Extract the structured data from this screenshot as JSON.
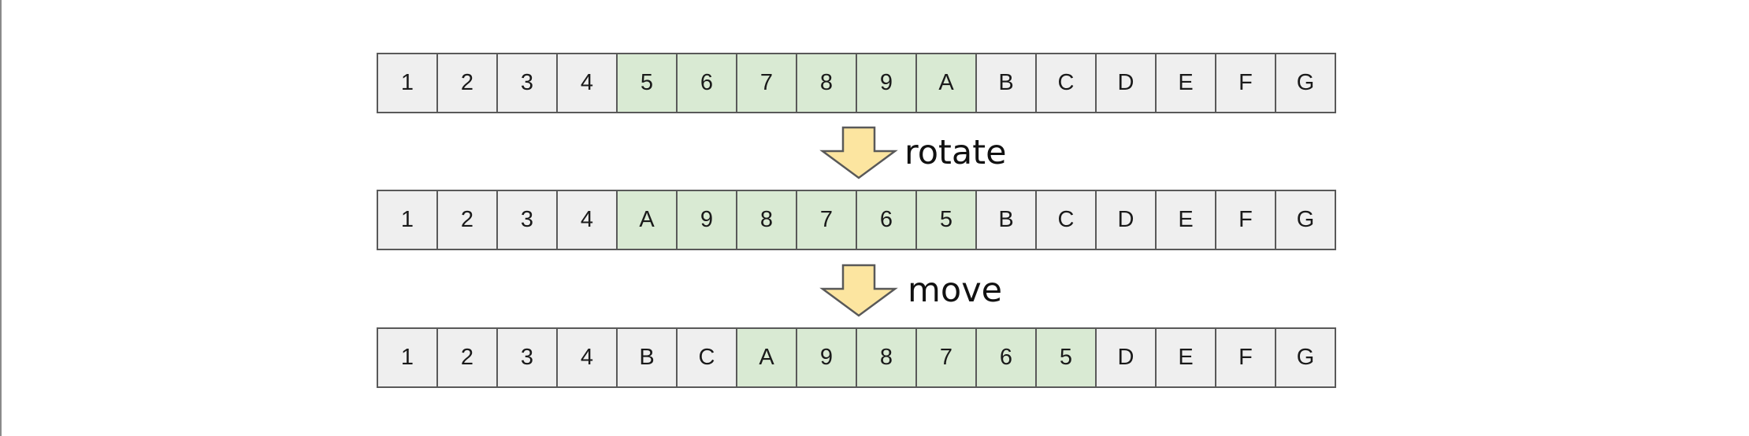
{
  "rows": [
    {
      "cells": [
        "1",
        "2",
        "3",
        "4",
        "5",
        "6",
        "7",
        "8",
        "9",
        "A",
        "B",
        "C",
        "D",
        "E",
        "F",
        "G"
      ],
      "highlight": [
        false,
        false,
        false,
        false,
        true,
        true,
        true,
        true,
        true,
        true,
        false,
        false,
        false,
        false,
        false,
        false
      ]
    },
    {
      "cells": [
        "1",
        "2",
        "3",
        "4",
        "A",
        "9",
        "8",
        "7",
        "6",
        "5",
        "B",
        "C",
        "D",
        "E",
        "F",
        "G"
      ],
      "highlight": [
        false,
        false,
        false,
        false,
        true,
        true,
        true,
        true,
        true,
        true,
        false,
        false,
        false,
        false,
        false,
        false
      ]
    },
    {
      "cells": [
        "1",
        "2",
        "3",
        "4",
        "B",
        "C",
        "A",
        "9",
        "8",
        "7",
        "6",
        "5",
        "D",
        "E",
        "F",
        "G"
      ],
      "highlight": [
        false,
        false,
        false,
        false,
        false,
        false,
        true,
        true,
        true,
        true,
        true,
        true,
        false,
        false,
        false,
        false
      ]
    }
  ],
  "steps": [
    {
      "label": "rotate",
      "icon": "arrow-down-icon"
    },
    {
      "label": "move",
      "icon": "arrow-down-icon"
    }
  ],
  "colors": {
    "cell_default": "#efefef",
    "cell_highlight": "#d9ead3",
    "cell_border": "#595959",
    "arrow_fill": "#fce5a0",
    "arrow_stroke": "#595959"
  }
}
